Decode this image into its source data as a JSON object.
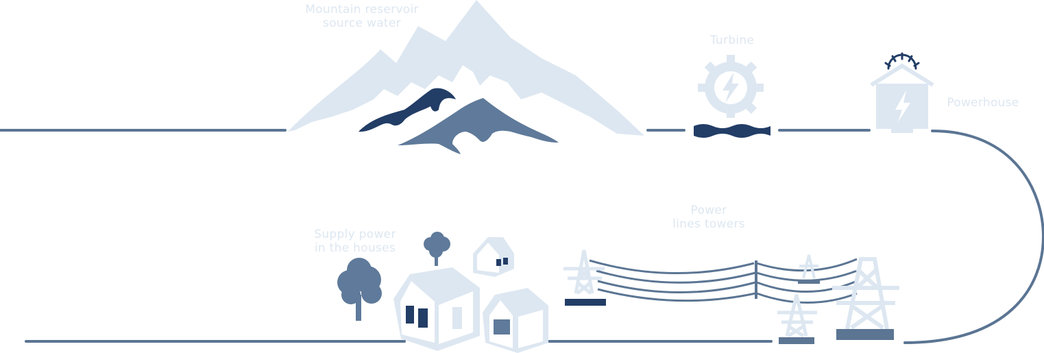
{
  "labels": {
    "mountain": {
      "line1": "Mountain reservoir",
      "line2": "source water"
    },
    "turbine": {
      "line1": "Turbine"
    },
    "powerhouse": {
      "line1": "Powerhouse"
    },
    "towers": {
      "line1": "Power",
      "line2": "lines towers"
    },
    "houses": {
      "line1": "Supply power",
      "line2": "in the houses"
    }
  },
  "colors": {
    "pale": "#dde7f1",
    "mid": "#5f7a9a",
    "dark": "#223d66",
    "line": "#5b7593"
  }
}
